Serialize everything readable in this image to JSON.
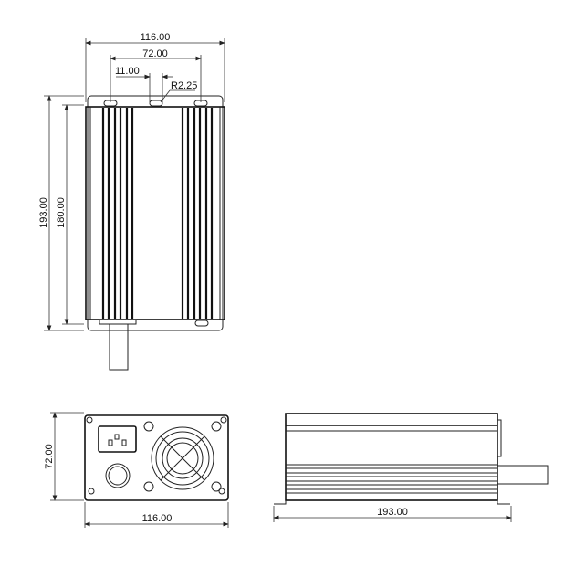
{
  "top_view": {
    "width_label": "116.00",
    "hole_spacing_label": "72.00",
    "slot_offset_label": "11.00",
    "radius_label": "R2.25",
    "total_length_label": "193.00",
    "body_length_label": "180.00"
  },
  "front_view": {
    "height_label": "72.00",
    "width_label": "116.00"
  },
  "side_view": {
    "length_label": "193.00"
  },
  "colors": {
    "line": "#222222",
    "background": "#ffffff"
  }
}
